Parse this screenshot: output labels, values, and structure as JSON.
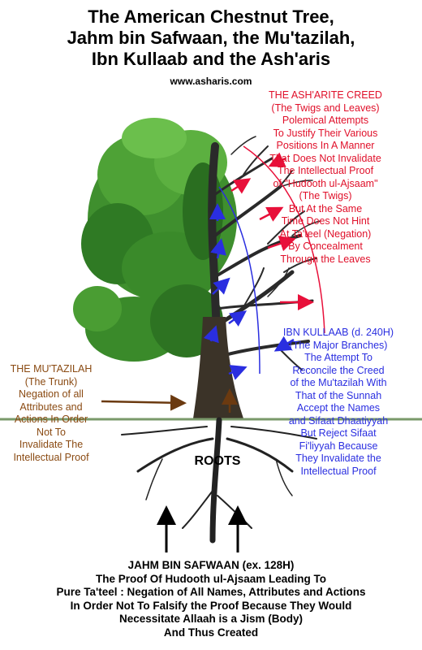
{
  "title": {
    "line1": "The American Chestnut Tree,",
    "line2": "Jahm bin Safwaan, the Mu'tazilah,",
    "line3": "Ibn Kullaab and the Ash'aris"
  },
  "url": "www.asharis.com",
  "asharite": {
    "lines": [
      "THE ASH'ARITE CREED",
      "(The Twigs and Leaves)",
      "Polemical Attempts",
      "To Justify Their Various",
      "Positions In A Manner",
      "That Does Not Invalidate",
      "The Intellectual Proof",
      "of \"Hudooth ul-Ajsaam\"",
      "(The Twigs)",
      "But At the Same",
      "Time Does Not Hint",
      "At Ta'teel (Negation)",
      "By Concealment",
      "Through the Leaves"
    ],
    "color": "#e0102a"
  },
  "kullaab": {
    "lines": [
      "IBN KULLAAB (d. 240H)",
      "(The Major Branches)",
      "The Attempt To",
      "Reconcile the Creed",
      "of the Mu'tazilah With",
      "That of the Sunnah",
      "Accept the Names",
      "and Sifaat Dhaatiyyah",
      "But Reject Sifaat",
      "Fi'liyyah Because",
      "They Invalidate the",
      "Intellectual Proof"
    ],
    "color": "#2a2ee0"
  },
  "mutazilah": {
    "lines": [
      "THE MU'TAZILAH",
      "(The Trunk)",
      "Negation of all",
      "Attributes and",
      "Actions In Order",
      "Not To",
      "Invalidate The",
      "Intellectual Proof"
    ],
    "color": "#8a4a12"
  },
  "roots_label": "ROOTS",
  "jahm": {
    "lines": [
      "JAHM BIN SAFWAAN (ex. 128H)",
      "The Proof Of Hudooth ul-Ajsaam Leading To",
      "Pure Ta'teel : Negation of All Names, Attributes and Actions",
      "In Order Not To Falsify the Proof Because They Would",
      "Necessitate Allaah is a Jism (Body)",
      "And Thus Created"
    ]
  }
}
